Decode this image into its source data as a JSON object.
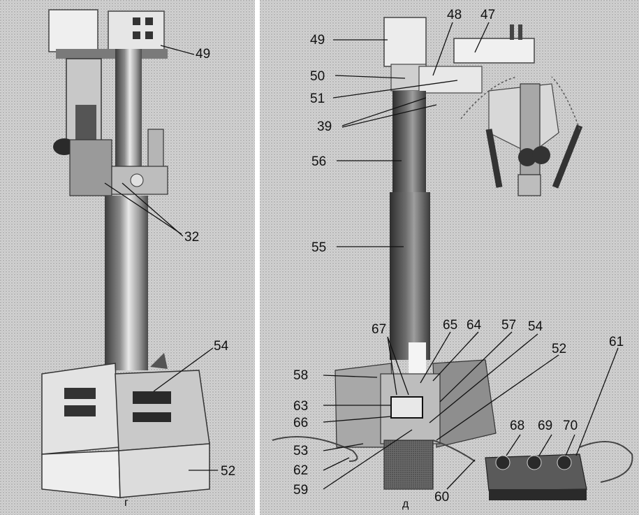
{
  "figure": {
    "panels": [
      {
        "caption": "г",
        "labels": [
          "49",
          "32",
          "54",
          "52"
        ]
      },
      {
        "caption": "д",
        "labels": [
          "49",
          "48",
          "47",
          "50",
          "51",
          "39",
          "56",
          "55",
          "67",
          "65",
          "64",
          "57",
          "54",
          "52",
          "61",
          "58",
          "63",
          "66",
          "53",
          "62",
          "59",
          "60",
          "68",
          "69",
          "70"
        ]
      }
    ]
  },
  "colors": {
    "background": "#cfcfcf",
    "ink": "#111111",
    "divider": "#ffffff"
  }
}
